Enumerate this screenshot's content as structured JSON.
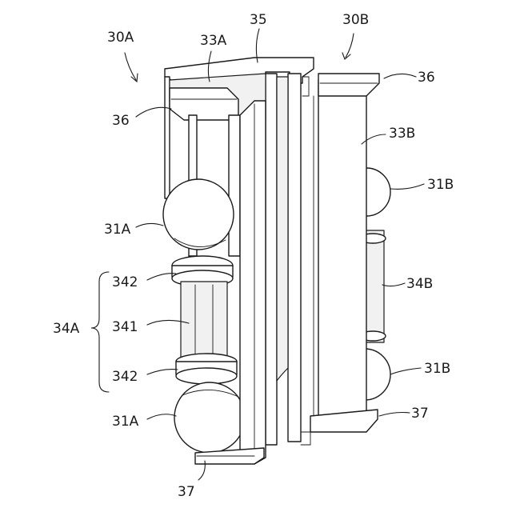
{
  "labels": {
    "l_30A": "30A",
    "l_33A": "33A",
    "l_35": "35",
    "l_30B": "30B",
    "l_36_right": "36",
    "l_36_left": "36",
    "l_33B": "33B",
    "l_31B_upper": "31B",
    "l_31A_upper": "31A",
    "l_34B": "34B",
    "l_342_upper": "342",
    "l_341": "341",
    "l_34A": "34A",
    "l_342_lower": "342",
    "l_31B_lower": "31B",
    "l_37_right": "37",
    "l_31A_lower": "31A",
    "l_37_left": "37"
  }
}
